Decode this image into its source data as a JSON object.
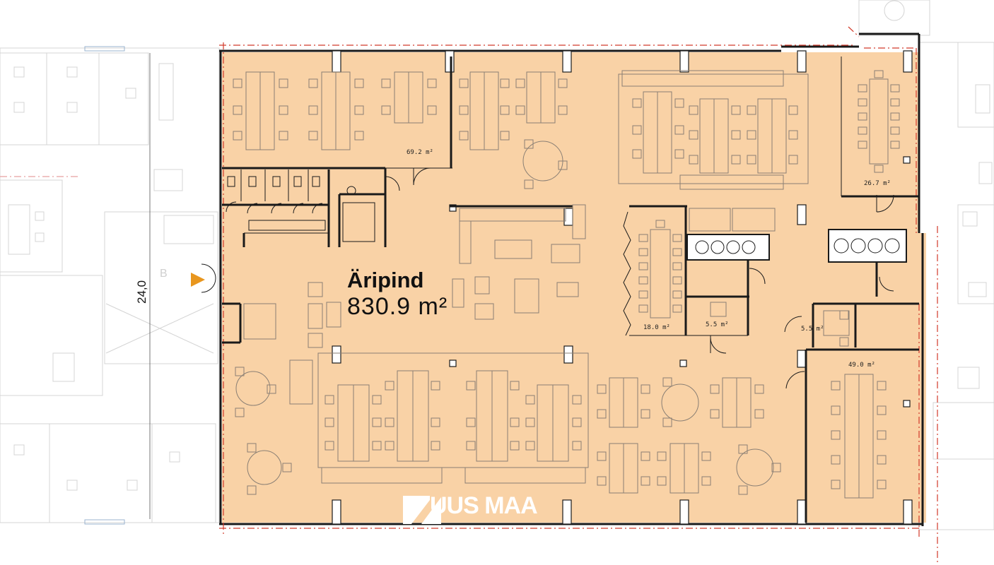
{
  "space": {
    "name": "Äripind",
    "area": "830.9 m²"
  },
  "rooms": [
    {
      "id": "room-a",
      "area": "69.2 m²"
    },
    {
      "id": "room-b",
      "area": "26.7 m²"
    },
    {
      "id": "room-c",
      "area": "18.0 m²"
    },
    {
      "id": "room-d",
      "area": "5.5 m²"
    },
    {
      "id": "room-e",
      "area": "5.5 m²"
    },
    {
      "id": "room-f",
      "area": "49.0 m²"
    }
  ],
  "dimensions": {
    "stair_height": "24,0",
    "stair_letter": "B"
  },
  "logo": {
    "text": "UUS MAA"
  },
  "colors": {
    "floor_fill": "#f9d2a6",
    "entrance_marker": "#e8961e",
    "red_axis": "#d23a2a",
    "wall": "#1a1a1a"
  }
}
